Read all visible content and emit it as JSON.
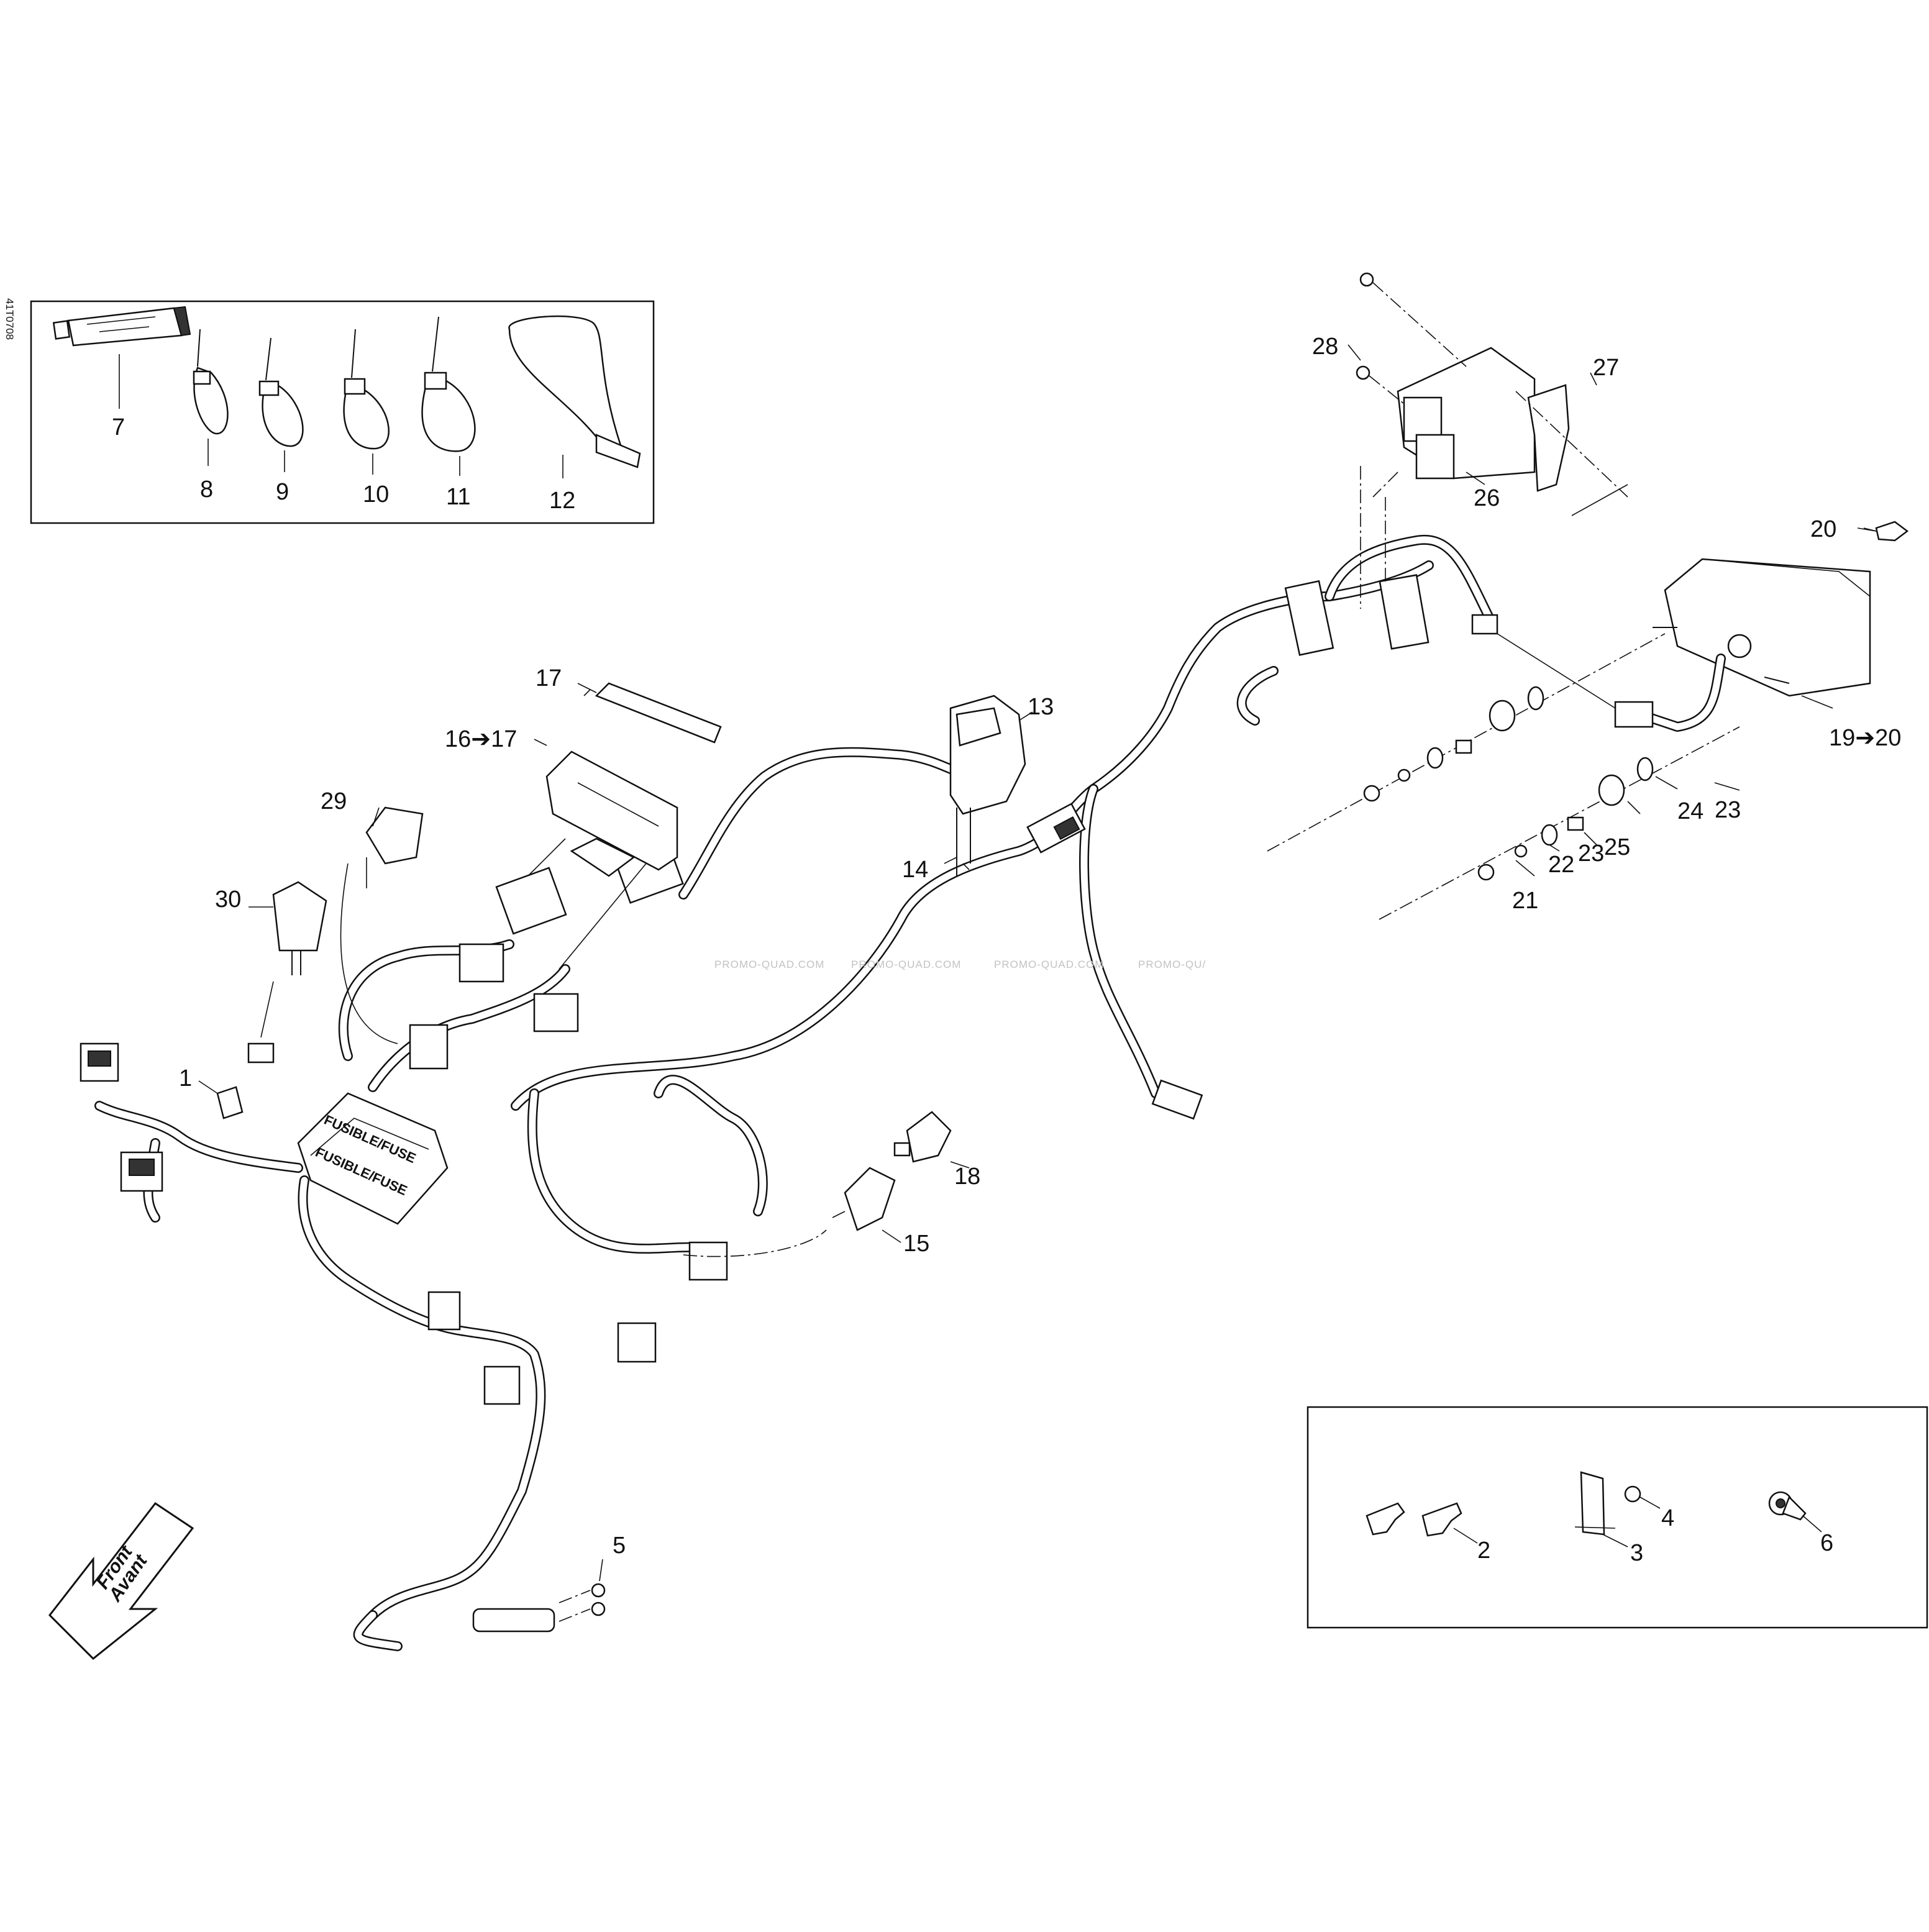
{
  "doc_code": "41T0708",
  "watermark": [
    "PROMO-QUAD.COM",
    "PROMO-QUAD.COM",
    "PROMO-QUAD.COM",
    "PROMO-QU/"
  ],
  "front_arrow": {
    "line1": "Front",
    "line2": "Avant"
  },
  "fuse_box_text": "FUSIBLE/FUSE",
  "callouts": {
    "c1": "1",
    "c2": "2",
    "c3": "3",
    "c4": "4",
    "c5": "5",
    "c6": "6",
    "c7": "7",
    "c8": "8",
    "c9": "9",
    "c10": "10",
    "c11": "11",
    "c12": "12",
    "c13": "13",
    "c14": "14",
    "c15": "15",
    "c16": "16➔17",
    "c17": "17",
    "c18": "18",
    "c19": "19➔20",
    "c20": "20",
    "c21": "21",
    "c22": "22",
    "c23a": "23",
    "c23b": "23",
    "c24": "24",
    "c25": "25",
    "c26": "26",
    "c27": "27",
    "c28": "28",
    "c29": "29",
    "c30": "30"
  }
}
